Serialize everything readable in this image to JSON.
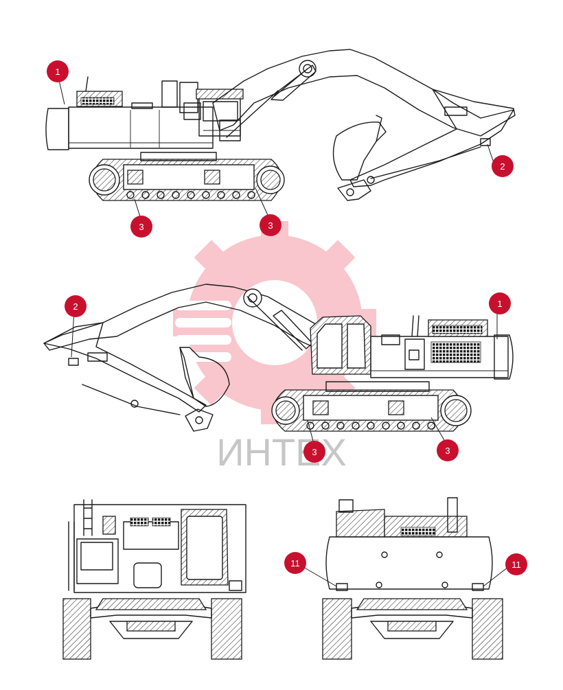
{
  "watermark": {
    "text": "ИНТЕХ",
    "color": "#e8374a"
  },
  "callout_color": "#c8102e",
  "callouts": [
    {
      "id": "c1a",
      "label": "1"
    },
    {
      "id": "c2a",
      "label": "2"
    },
    {
      "id": "c3a",
      "label": "3"
    },
    {
      "id": "c3b",
      "label": "3"
    },
    {
      "id": "c2b",
      "label": "2"
    },
    {
      "id": "c1b",
      "label": "1"
    },
    {
      "id": "c3c",
      "label": "3"
    },
    {
      "id": "c3d",
      "label": "3"
    },
    {
      "id": "c11a",
      "label": "11"
    },
    {
      "id": "c11b",
      "label": "11"
    }
  ]
}
